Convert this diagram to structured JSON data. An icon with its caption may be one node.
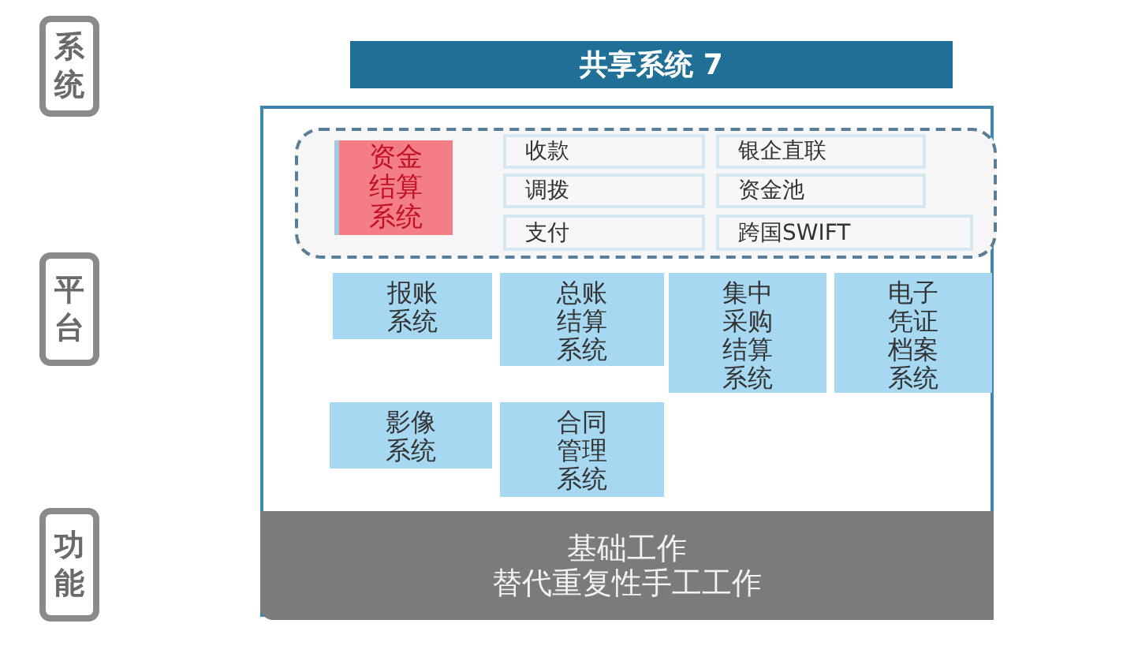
{
  "diagram": {
    "nodes": [
      {
        "text": [
          "系统"
        ]
      },
      {
        "text": [
          "平台"
        ]
      },
      {
        "text": [
          "功能"
        ]
      },
      {
        "text": [
          "共享系统 7"
        ]
      },
      {
        "text": [],
        "shape": "box"
      },
      {
        "text": [],
        "shape": "box",
        "in": 4
      },
      {
        "text": [
          "资金结算系统"
        ],
        "in": 5
      },
      {
        "text": [
          "收款"
        ],
        "in": 5
      },
      {
        "text": [
          "银企直联"
        ],
        "in": 5
      },
      {
        "text": [
          "调拨"
        ],
        "in": 5
      },
      {
        "text": [
          "资金池"
        ],
        "in": 5
      },
      {
        "text": [
          "支付"
        ],
        "in": 5
      },
      {
        "text": [
          "跨国SWIFT"
        ],
        "in": 5
      },
      {
        "text": [
          "报账系统"
        ],
        "in": 4
      },
      {
        "text": [
          "总账结算系统"
        ],
        "in": 4
      },
      {
        "text": [
          "集中采购结算系统"
        ],
        "in": 4
      },
      {
        "text": [
          "电子凭证档案系统"
        ],
        "in": 4
      },
      {
        "text": [
          "影像系统"
        ],
        "in": 4
      },
      {
        "text": [
          "合同管理系统"
        ],
        "in": 4
      },
      {
        "text": [
          "基础工作",
          "替代重复性手工工作"
        ],
        "in": 4
      }
    ]
  }
}
